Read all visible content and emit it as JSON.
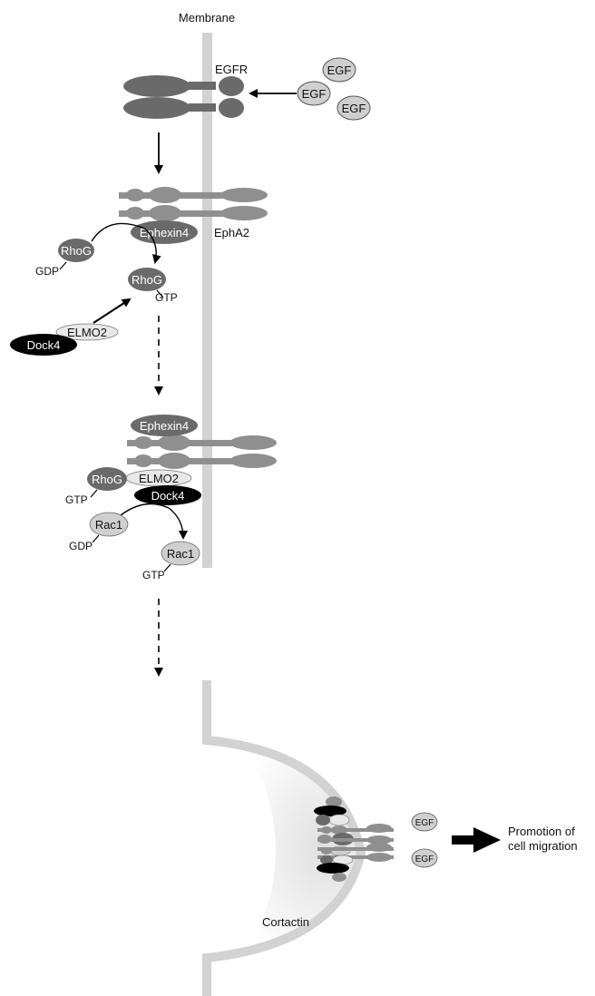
{
  "membrane_label": "Membrane",
  "stage1": {
    "receptor_label": "EGFR",
    "ligands": [
      "EGF",
      "EGF",
      "EGF"
    ]
  },
  "stage2": {
    "receptor_label": "EphA2",
    "gef_label": "Ephexin4",
    "rhog_gdp": "RhoG",
    "gdp_label": "GDP",
    "rhog_gtp": "RhoG",
    "gtp_label": "GTP",
    "elmo_label": "ELMO2",
    "dock_label": "Dock4"
  },
  "stage3": {
    "gef_label": "Ephexin4",
    "rhog_label": "RhoG",
    "rhog_gtp_label": "GTP",
    "elmo_label": "ELMO2",
    "dock_label": "Dock4",
    "rac_gdp": "Rac1",
    "gdp_label": "GDP",
    "rac_gtp": "Rac1",
    "gtp_label": "GTP"
  },
  "stage4": {
    "cortactin_label": "Cortactin",
    "ligands": [
      "EGF",
      "EGF"
    ],
    "outcome_line1": "Promotion of",
    "outcome_line2": "cell migration"
  },
  "colors": {
    "membrane": "#d2d2d2",
    "dark_protein": "#6a6a6a",
    "mid_protein": "#8f8f8f",
    "light_protein": "#cfcfcf",
    "black_protein": "#000000"
  }
}
